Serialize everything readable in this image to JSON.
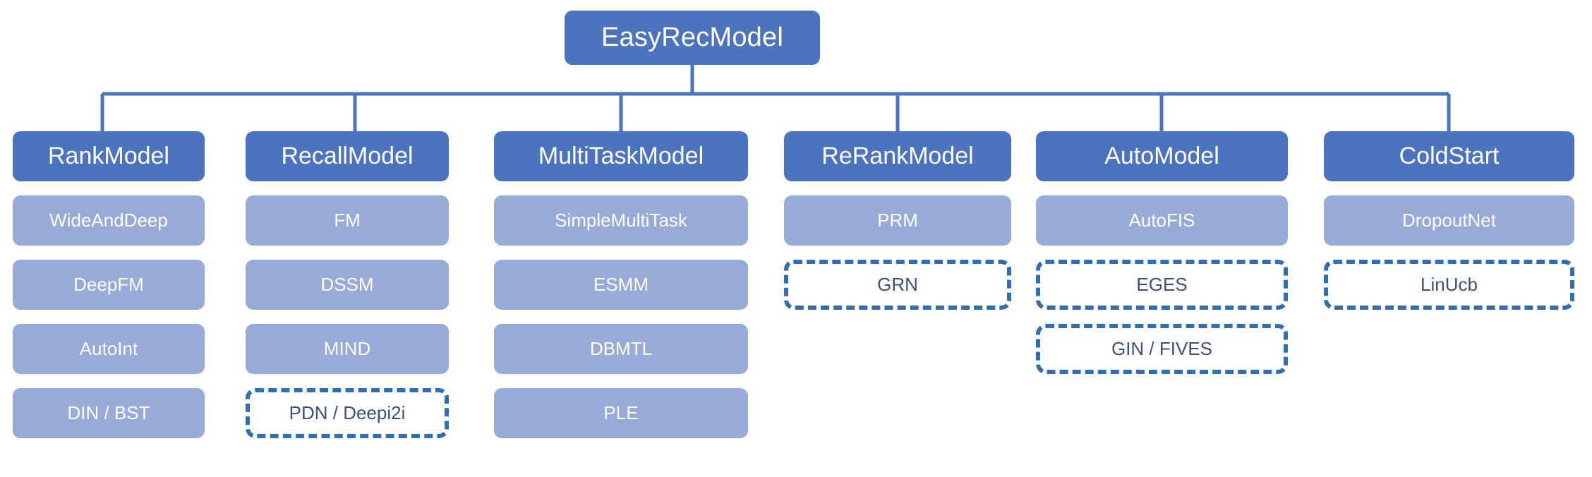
{
  "diagram": {
    "title": "EasyRecModel",
    "type": "hierarchy-tree",
    "colors": {
      "header_fill": "#4C74BE",
      "leaf_fill": "#97AAD8",
      "dashed_border": "#2F6EB3",
      "dashed_text": "#3C5180",
      "connector": "#4C74BE",
      "background": "#FFFFFF",
      "header_text": "#FFFFFF",
      "leaf_text": "#FFFFFF"
    },
    "root": {
      "label": "EasyRecModel"
    },
    "columns": [
      {
        "id": "rank-model",
        "header": "RankModel",
        "children": [
          {
            "label": "WideAndDeep",
            "style": "solid"
          },
          {
            "label": "DeepFM",
            "style": "solid"
          },
          {
            "label": "AutoInt",
            "style": "solid"
          },
          {
            "label": "DIN / BST",
            "style": "solid"
          }
        ]
      },
      {
        "id": "recall-model",
        "header": "RecallModel",
        "children": [
          {
            "label": "FM",
            "style": "solid"
          },
          {
            "label": "DSSM",
            "style": "solid"
          },
          {
            "label": "MIND",
            "style": "solid"
          },
          {
            "label": "PDN / Deepi2i",
            "style": "dashed"
          }
        ]
      },
      {
        "id": "multitask-model",
        "header": "MultiTaskModel",
        "children": [
          {
            "label": "SimpleMultiTask",
            "style": "solid"
          },
          {
            "label": "ESMM",
            "style": "solid"
          },
          {
            "label": "DBMTL",
            "style": "solid"
          },
          {
            "label": "PLE",
            "style": "solid"
          }
        ]
      },
      {
        "id": "rerank-model",
        "header": "ReRankModel",
        "children": [
          {
            "label": "PRM",
            "style": "solid"
          },
          {
            "label": "GRN",
            "style": "dashed"
          }
        ]
      },
      {
        "id": "auto-model",
        "header": "AutoModel",
        "children": [
          {
            "label": "AutoFIS",
            "style": "solid"
          },
          {
            "label": "EGES",
            "style": "dashed"
          },
          {
            "label": "GIN / FIVES",
            "style": "dashed"
          }
        ]
      },
      {
        "id": "cold-start",
        "header": "ColdStart",
        "children": [
          {
            "label": "DropoutNet",
            "style": "solid"
          },
          {
            "label": "LinUcb",
            "style": "dashed"
          }
        ]
      }
    ]
  }
}
